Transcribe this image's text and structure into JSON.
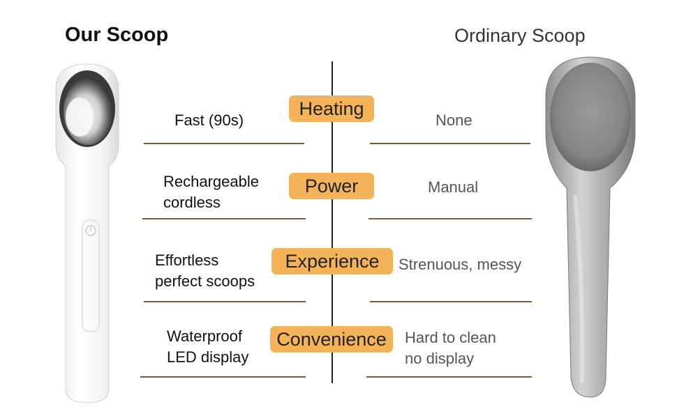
{
  "headers": {
    "ours": "Our Scoop",
    "ordinary": "Ordinary Scoop"
  },
  "rows": [
    {
      "category": "Heating",
      "ours": "Fast (90s)",
      "ordinary": "None"
    },
    {
      "category": "Power",
      "ours": "Rechargeable\ncordless",
      "ordinary": "Manual"
    },
    {
      "category": "Experience",
      "ours": "Effortless\nperfect scoops",
      "ordinary": "Strenuous, messy"
    },
    {
      "category": "Convenience",
      "ours": "Waterproof\nLED display",
      "ordinary": "Hard to clean\nno display"
    }
  ],
  "colors": {
    "pill": "#F4B358",
    "rule": "#7a5a3a",
    "divider": "#222222"
  },
  "images": {
    "ours": "white-electric-ice-cream-scoop",
    "ordinary": "aluminum-ice-cream-scoop"
  }
}
